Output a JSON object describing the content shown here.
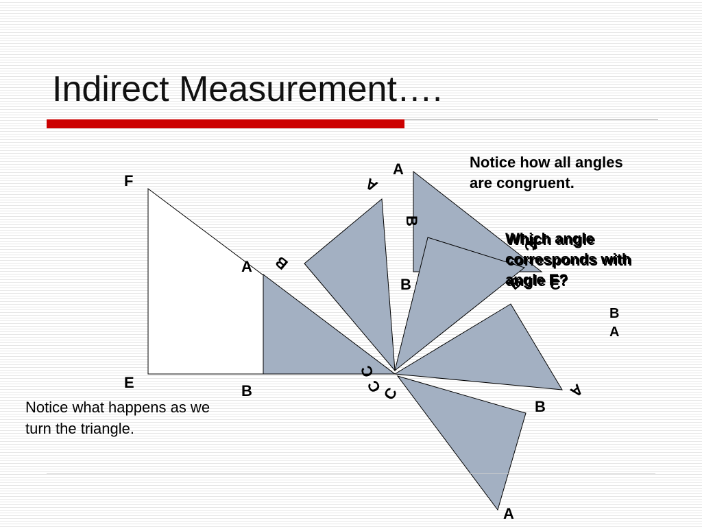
{
  "slide": {
    "title": "Indirect Measurement…."
  },
  "notes": {
    "top": "Notice how all angles are congruent.",
    "question1": "Which angle corresponds with angle E?",
    "question2": "Which angle corresponds with angle F?",
    "bottom": "Notice what happens as we turn the triangle."
  },
  "labels": {
    "big_triangle": {
      "f": "F",
      "e": "E"
    },
    "small_triangle": {
      "a": "A",
      "b": "B"
    },
    "rotations": [
      {
        "a": "A",
        "b": "B",
        "c": "C"
      },
      {
        "a": "A",
        "b": "B",
        "c": "C"
      },
      {
        "a": "A",
        "b": "B",
        "c": "C"
      },
      {
        "a": "A",
        "b": "B",
        "c": "C"
      },
      {
        "a": "A",
        "b": "B",
        "c": "C"
      }
    ],
    "right_b": "B",
    "right_a": "A"
  },
  "colors": {
    "title_bar": "#cc0000",
    "triangle_fill": "#a3b0c2",
    "outline": "#000000"
  }
}
